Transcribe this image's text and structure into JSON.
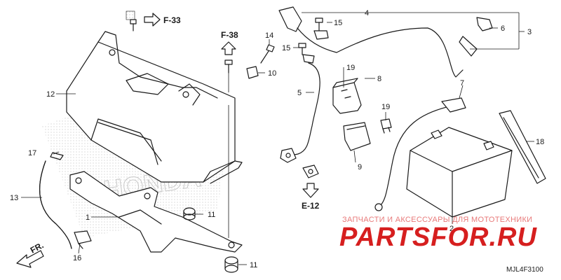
{
  "callouts": {
    "c1": "1",
    "c2": "2",
    "c3": "3",
    "c4": "4",
    "c5": "5",
    "c6": "6",
    "c7": "7",
    "c8": "8",
    "c9": "9",
    "c10": "10",
    "c11a": "11",
    "c11b": "11",
    "c12": "12",
    "c13": "13",
    "c14": "14",
    "c15a": "15",
    "c15b": "15",
    "c16": "16",
    "c17": "17",
    "c18": "18",
    "c19a": "19",
    "c19b": "19"
  },
  "references": {
    "f33": "F-33",
    "f38": "F-38",
    "e12": "E-12",
    "front": "FR."
  },
  "watermark": {
    "tagline": "ЗАПЧАСТИ И АКСЕССУАРЫ ДЛЯ МОТОТЕХНИКИ",
    "brand": "PARTSFOR.RU",
    "brand_background": "HONDA"
  },
  "diagram_code": "MJL4F3100"
}
